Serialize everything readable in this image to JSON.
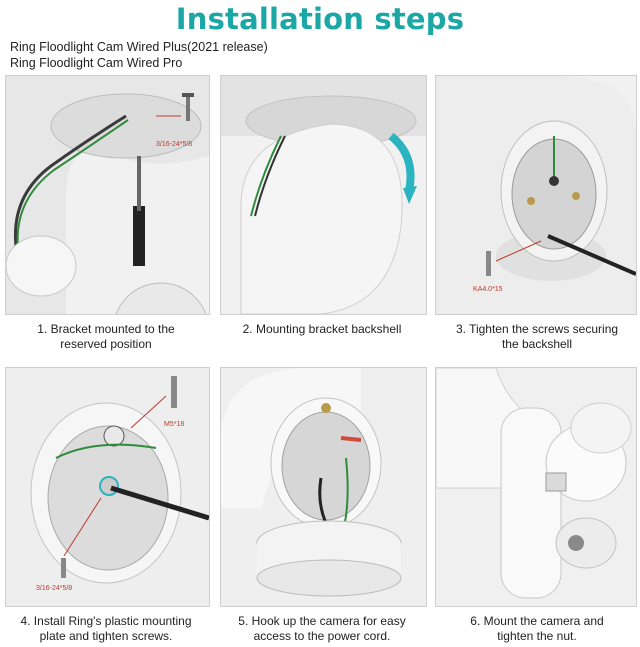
{
  "header": {
    "title": "Installation steps",
    "subtitle_line1": "Ring Floodlight Cam Wired Plus(2021 release)",
    "subtitle_line2": "Ring Floodlight Cam Wired Pro"
  },
  "steps": [
    {
      "caption_line1": "1. Bracket mounted to the",
      "caption_line2": "reserved position",
      "label": "3/16-24*5/8"
    },
    {
      "caption_line1": "2. Mounting bracket backshell",
      "caption_line2": ""
    },
    {
      "caption_line1": "3. Tighten the screws securing",
      "caption_line2": "the backshell",
      "label": "KA4.0*15"
    },
    {
      "caption_line1": "4. Install Ring's plastic mounting",
      "caption_line2": "plate and tighten screws.",
      "label": "M5*18",
      "label2": "3/16-24*5/8"
    },
    {
      "caption_line1": "5. Hook up the camera for easy",
      "caption_line2": "access to the power cord."
    },
    {
      "caption_line1": "6. Mount the camera and",
      "caption_line2": "tighten the nut."
    }
  ],
  "colors": {
    "title": "#1aa7a5",
    "accent_red": "#c0392b",
    "teal_arrow": "#2bb3c0"
  }
}
